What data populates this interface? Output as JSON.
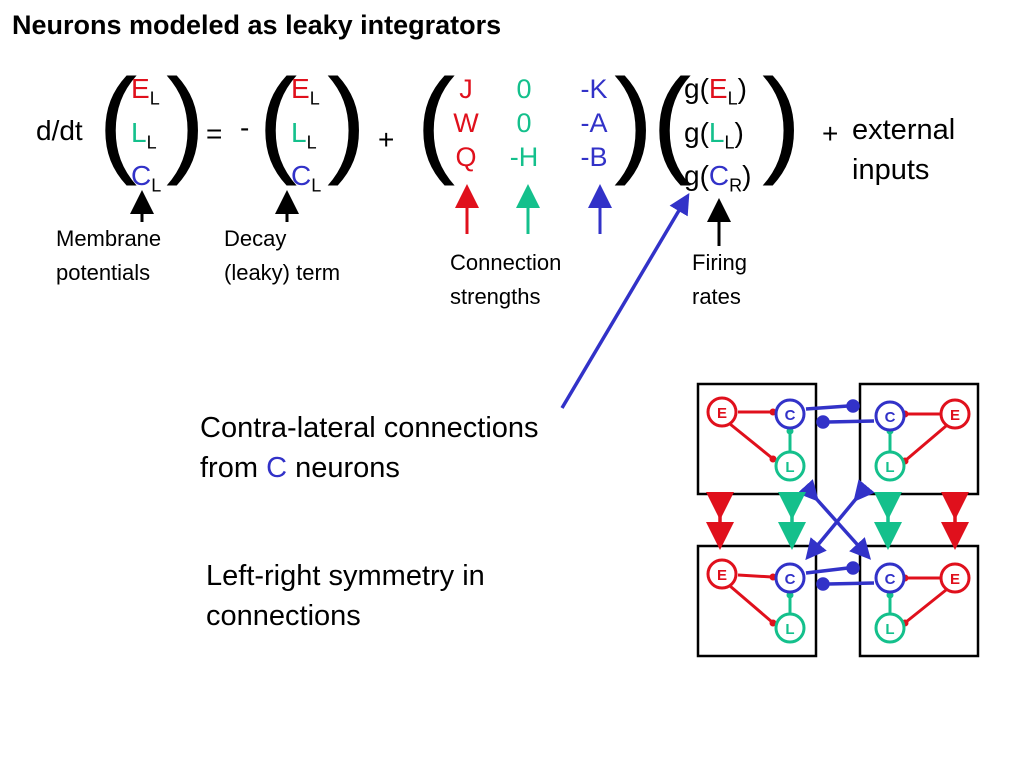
{
  "title": "Neurons modeled as leaky integrators",
  "colors": {
    "E": "#e0101c",
    "L": "#14c08c",
    "C": "#3232c8",
    "black": "#000000"
  },
  "equation": {
    "lhs_operator": "d/dt",
    "equals": "=",
    "minus": "-",
    "plus": "+",
    "state_vector": [
      {
        "sym": "E",
        "sub": "L"
      },
      {
        "sym": "L",
        "sub": "L"
      },
      {
        "sym": "C",
        "sub": "L"
      }
    ],
    "matrix": [
      [
        "J",
        "0",
        "-K"
      ],
      [
        "W",
        "0",
        "-A"
      ],
      [
        "Q",
        "-H",
        "-B"
      ]
    ],
    "rates_vector": [
      {
        "pre": "g(",
        "sym": "E",
        "sub": "L",
        "post": ")"
      },
      {
        "pre": "g(",
        "sym": "L",
        "sub": "L",
        "post": ")"
      },
      {
        "pre": "g(",
        "sym": "C",
        "sub": "R",
        "post": ")"
      }
    ],
    "external_plus": "+",
    "external_line1": "external",
    "external_line2": "inputs"
  },
  "labels": {
    "membrane_line1": "Membrane",
    "membrane_line2": "potentials",
    "decay_line1": "Decay",
    "decay_line2": "(leaky) term",
    "connection_line1": "Connection",
    "connection_line2": "strengths",
    "firing_line1": "Firing",
    "firing_line2": "rates"
  },
  "notes": {
    "contra_line1": "Contra-lateral connections",
    "contra_pre": "from ",
    "contra_C": "C",
    "contra_post": " neurons",
    "symmetry_line1": "Left-right symmetry in",
    "symmetry_line2": "connections"
  },
  "network": {
    "node_E": "E",
    "node_C": "C",
    "node_L": "L"
  }
}
